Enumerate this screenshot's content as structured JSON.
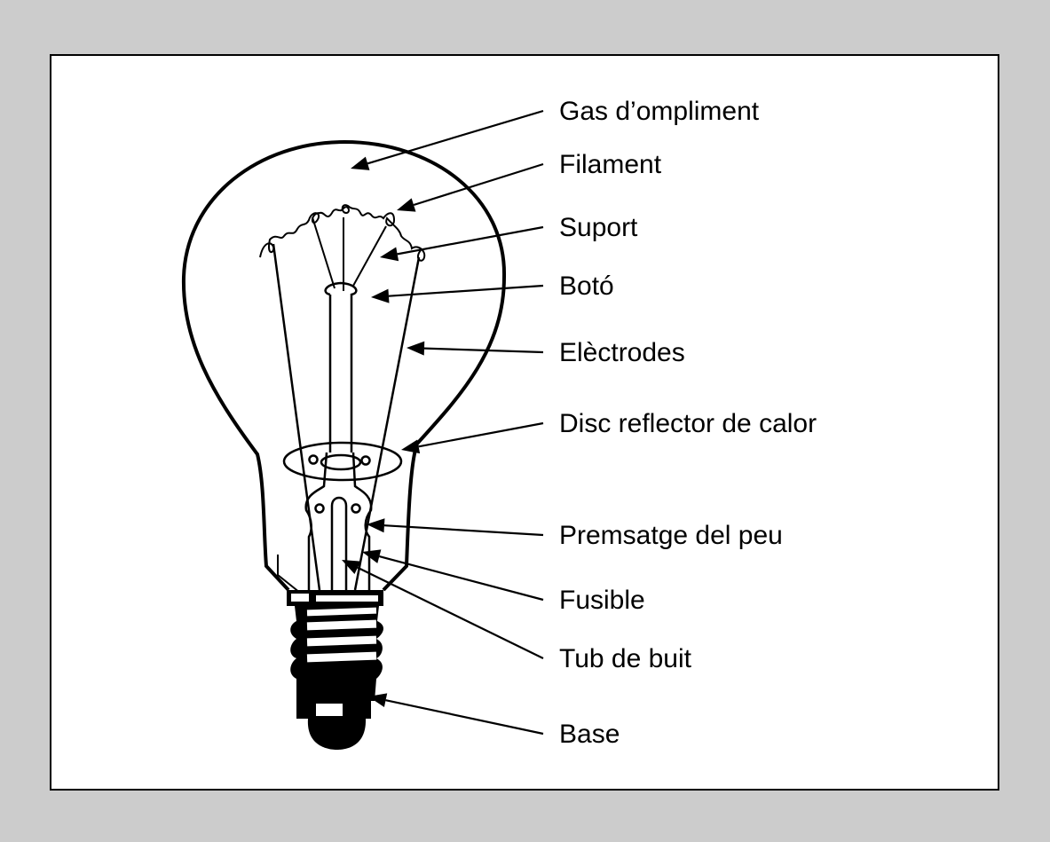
{
  "diagram": {
    "colors": {
      "background": "#cccccc",
      "panel": "#ffffff",
      "ink": "#000000"
    },
    "labels": [
      {
        "id": "gas",
        "text": "Gas d’ompliment"
      },
      {
        "id": "filament",
        "text": "Filament"
      },
      {
        "id": "suport",
        "text": "Suport"
      },
      {
        "id": "boto",
        "text": "Botó"
      },
      {
        "id": "electrodes",
        "text": "Elèctrodes"
      },
      {
        "id": "disc",
        "text": "Disc reflector de calor"
      },
      {
        "id": "premsatge",
        "text": "Premsatge del peu"
      },
      {
        "id": "fusible",
        "text": "Fusible"
      },
      {
        "id": "tub",
        "text": "Tub de buit"
      },
      {
        "id": "base",
        "text": "Base"
      }
    ]
  }
}
